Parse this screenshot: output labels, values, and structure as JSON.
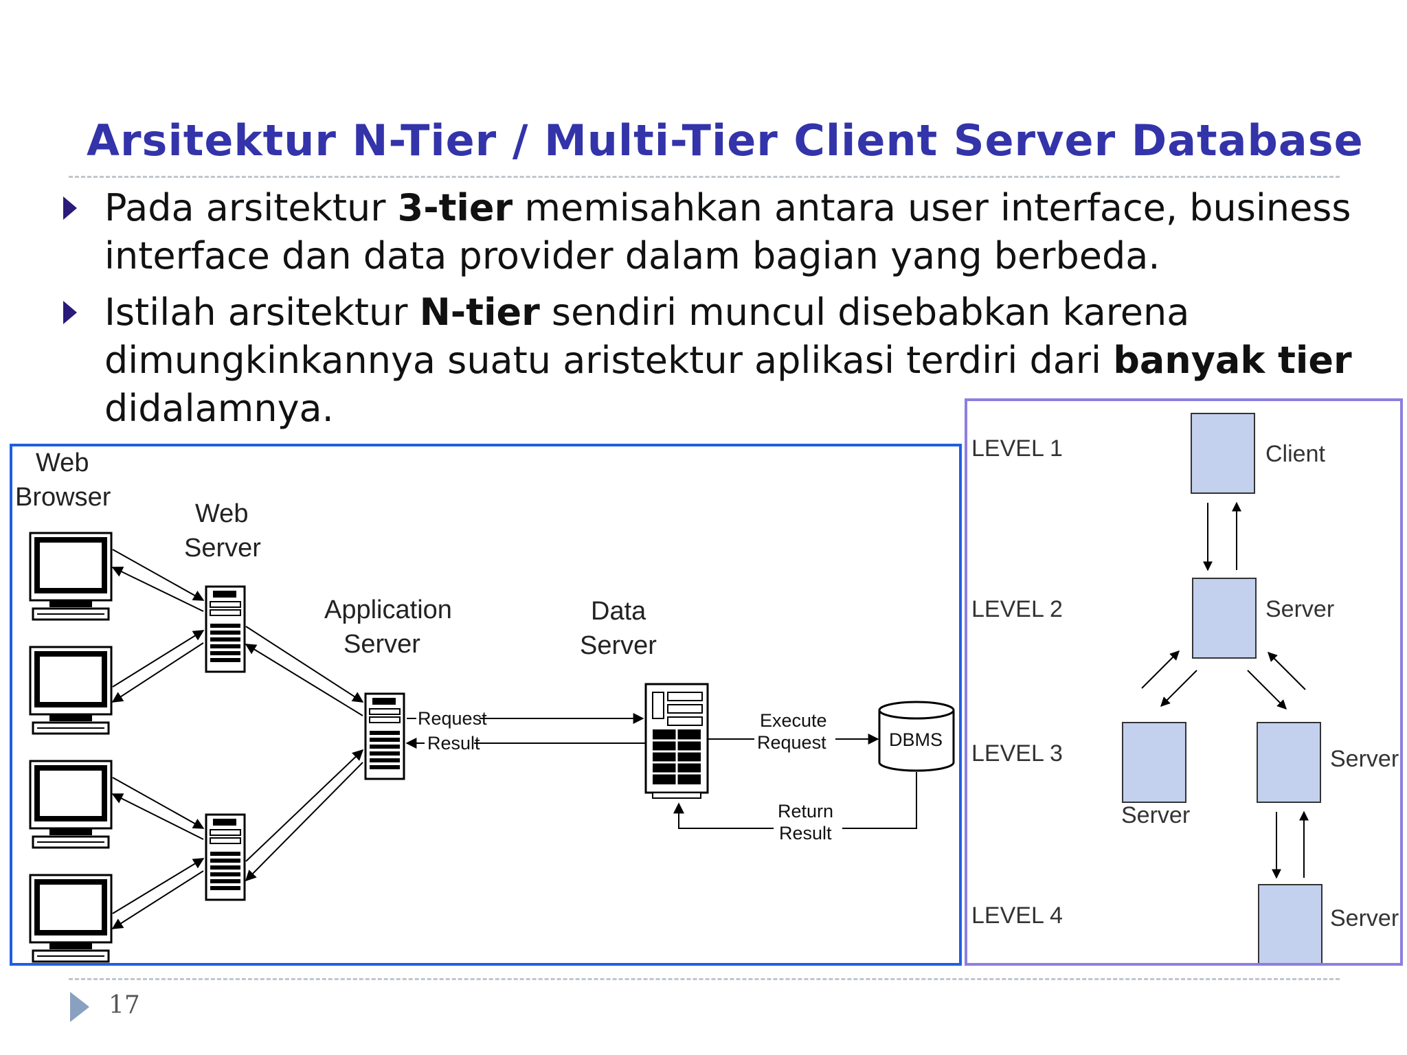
{
  "slide": {
    "title": "Arsitektur N-Tier / Multi-Tier Client Server Database",
    "page_number": "17"
  },
  "bullets": [
    {
      "line1_pre": "Pada arsitektur ",
      "line1_bold": "3-tier",
      "line1_post": " memisahkan antara user interface, business",
      "line2": "interface dan data provider dalam bagian yang berbeda."
    },
    {
      "line1_pre": "Istilah arsitektur ",
      "line1_bold": "N-tier",
      "line1_post": " sendiri muncul disebabkan karena",
      "line2_pre": "dimungkinkannya suatu aristektur aplikasi terdiri dari ",
      "line2_bold": "banyak tier",
      "line3": "didalamnya."
    }
  ],
  "left_diagram": {
    "web_browser": [
      "Web",
      "Browser"
    ],
    "web_server": [
      "Web",
      "Server"
    ],
    "application_server": [
      "Application",
      "Server"
    ],
    "data_server": [
      "Data",
      "Server"
    ],
    "request": "Request",
    "result": "Result",
    "execute_request": [
      "Execute",
      "Request"
    ],
    "dbms": "DBMS",
    "return_result": [
      "Return",
      "Result"
    ]
  },
  "right_diagram": {
    "levels": [
      "LEVEL 1",
      "LEVEL 2",
      "LEVEL 3",
      "LEVEL 4"
    ],
    "client": "Client",
    "server_l2": "Server",
    "server_l3_left": "Server",
    "server_l3_right": "Server",
    "server_l4": "Server"
  },
  "colors": {
    "title": "#3333aa",
    "left_border": "#1f5fe0",
    "right_border": "#8b7fe0",
    "box_fill": "#c3d0ee"
  }
}
